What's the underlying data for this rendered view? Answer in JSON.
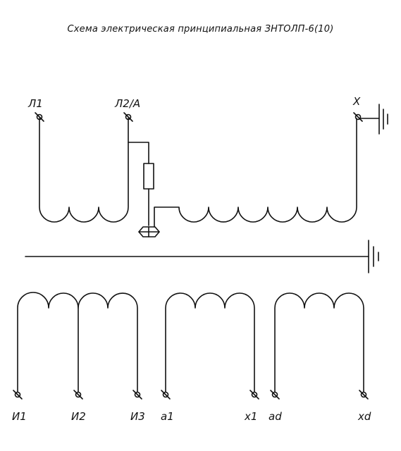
{
  "title": "Схема электрическая принципиальная ЗНТОЛП-6(10)",
  "primary_terminals": [
    "Л1",
    "Л2/А",
    "X"
  ],
  "secondary_terminals": [
    "И1",
    "И2",
    "И3",
    "a1",
    "x1",
    "ad",
    "xd"
  ]
}
